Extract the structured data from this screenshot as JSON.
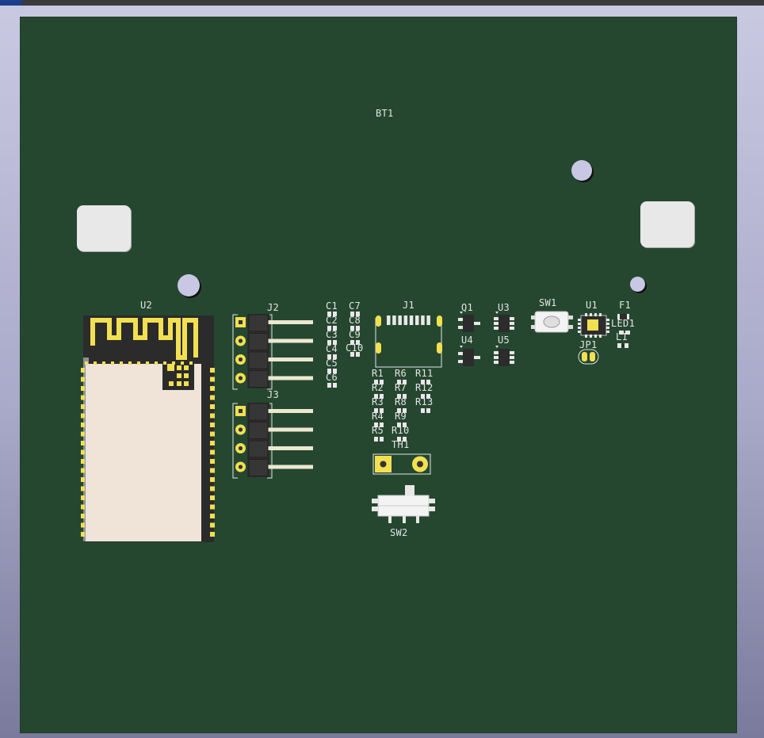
{
  "board": {
    "refs": {
      "bt1": "BT1",
      "u2": "U2",
      "j2": "J2",
      "j3": "J3",
      "c1": "C1",
      "c2": "C2",
      "c3": "C3",
      "c4": "C4",
      "c5": "C5",
      "c6": "C6",
      "c7": "C7",
      "c8": "C8",
      "c9": "C9",
      "c10": "C10",
      "j1": "J1",
      "r1": "R1",
      "r2": "R2",
      "r3": "R3",
      "r4": "R4",
      "r5": "R5",
      "r6": "R6",
      "r7": "R7",
      "r8": "R8",
      "r9": "R9",
      "r10": "R10",
      "r11": "R11",
      "r12": "R12",
      "r13": "R13",
      "th1": "TH1",
      "sw2": "SW2",
      "q1": "Q1",
      "u4": "U4",
      "u3": "U3",
      "u5": "U5",
      "sw1": "SW1",
      "u1": "U1",
      "jp1": "JP1",
      "f1": "F1",
      "led1": "LED1",
      "l1": "L1"
    }
  },
  "colors": {
    "background": "#b4b4d2",
    "board": "#254730",
    "silkscreen": "#e4e4e4",
    "copper": "#f2e050",
    "module_body": "#f0e3d8"
  }
}
